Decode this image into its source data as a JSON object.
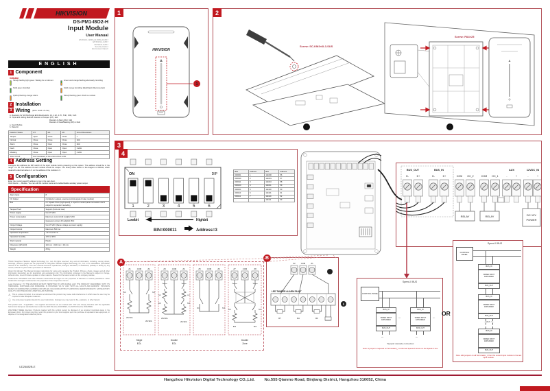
{
  "header": {
    "brand": "HIKVISION",
    "model": "DS-PM1-I8O2-H",
    "product": "Input Module",
    "doc_type": "User Manual",
    "standards": [
      "EN 50131-1:2006+A1:2009+A2:2017",
      "EN 50131-2-2:2017",
      "EN 50131-6:2017",
      "Security Grade 2",
      "Environment Class II"
    ],
    "language": "ENGLISH"
  },
  "component": {
    "num": "1",
    "title": "Component",
    "indicator_label": "Indicator",
    "indicators": [
      {
        "color": "#a6ce39",
        "text": "Slowly flashing light green: Waiting for enrollment"
      },
      {
        "color": "#3aaa35/#f7941d",
        "text": "Green and orange flashing alternately: Enrolling"
      },
      {
        "color": "#3aaa35",
        "text": "Solid green: Enrolled"
      },
      {
        "color": "#f7941d",
        "text": "Solid orange: Enrolling failed/Fault (Disconnected)"
      },
      {
        "color": "#f7941d",
        "text": "Quickly flashing orange: Alarm"
      },
      {
        "color": "#3aaa35",
        "text": "Slowly flashing green: Find me module"
      }
    ]
  },
  "installation": {
    "num": "2",
    "title": "Installation"
  },
  "wiring": {
    "num": "3",
    "title": "Wiring",
    "subtitle": "(EOL: End of Line)",
    "line_a": "A. Resistors for NO/NC/Single EOL/Double EOL: 1K, 2.2K, 4.7K, 5.6K, 6.8K, 8.2K",
    "line_b": "B. Triple EOL Wiring Method:  Resistor of Tamper (RT): 1kΩ",
    "line_ra": "Resistor of Alarm (RA): 1kΩ",
    "line_rf": "Resistor of Fault/Masking (RF): 2.2kΩ",
    "legend_a": "a. Input Module",
    "legend_b": "b. Detector",
    "table": [
      [
        "Detector Status",
        "RT",
        "RA",
        "RF",
        "Circuit Resistance"
      ],
      [
        "Tamper",
        "Open",
        "Close",
        "Close",
        "∞"
      ],
      [
        "Normal",
        "Close",
        "Close",
        "Close",
        "1kΩ"
      ],
      [
        "Alarm",
        "Close",
        "Open",
        "Close",
        "2kΩ"
      ],
      [
        "Fault",
        "Close",
        "Open",
        "Open",
        "3.2kΩ"
      ],
      [
        "Masking",
        "Close",
        "Open",
        "Open",
        "4.2kΩ"
      ],
      [
        "Short Circuit",
        "End resistance of the entire circuit is 0Ω."
      ]
    ]
  },
  "address_setting": {
    "num": "4",
    "title": "Address Setting",
    "body": "Configure the address via DIP switch of the input module before powering up the system. The address should be in the range 1 to 64. The address of each module should be unique. The binary value shown in the diagram is 000011, which means the decimal value is 3, so the address of the module is 3."
  },
  "configuration": {
    "num": "5",
    "title": "Configuration",
    "body1": "Enter the control panel IP address to log in the web client.",
    "body2": "Click Device → Module. You can edit the module name and enable/disable auxiliary power output."
  },
  "specification": {
    "title": "Specification",
    "rows": [
      [
        "Alarm Input",
        "8"
      ],
      [
        "I/O Output",
        "2 (collector outputs, used as control signal of relay module)"
      ],
      [
        "Bus",
        "2 × Speed-X bus (high speed), 1 input for control panel connection and 1 output for expander cascading"
      ],
      [
        "Tamper-Proof",
        "Support (front and rear)"
      ],
      [
        "Power supply",
        "9 to 15 VDC"
      ],
      [
        "Power consumption",
        "Maximum current 119 mA@12 VDC"
      ],
      [
        "",
        "Quiescent current 45 mA@12 VDC"
      ],
      [
        "Output Voltage",
        "9 to 15 VDC (Same voltage as power supply)"
      ],
      [
        "Output Current",
        "Maximum 500 mA"
      ],
      [
        "Operation temperature",
        "-10 °C to 55 °C"
      ],
      [
        "Operation humidity",
        "10% to 90%"
      ],
      [
        "Shell material",
        "Plastic"
      ],
      [
        "Dimension (W×H×D)",
        "110 mm × 100 mm × 32 mm"
      ],
      [
        "Weight",
        "253 g"
      ]
    ]
  },
  "fine_print": {
    "p1": "©2020 Hangzhou Hikvision Digital Technology Co., Ltd. All rights reserved. Any and all information, including, among others, wordings, pictures, graphs are the properties of Hangzhou Hikvision Digital Technology Co., Ltd. or its subsidiaries (hereinafter referred to as \"Hikvision\"). This user manual cannot be reproduced, changed, translated, or distributed, partially or wholly, by any means, without the prior written permission of Hikvision.",
    "p2": "About this Manual: The Manual includes instructions for using and managing the Product. Pictures, charts, images and all other information hereinafter are for description and explanation only. The information contained in the Manual is subject to change, without notice, due to firmware updates or other reasons. Please find the latest version on the company website.",
    "p3": "Trademarks: HIKVISION and other Hikvision trademarks and logos are the properties of Hikvision in various jurisdictions. Other trademarks and logos mentioned are the properties of their respective owners.",
    "p4": "Legal Disclaimer: TO THE MAXIMUM EXTENT PERMITTED BY APPLICABLE LAW, THE PRODUCT DESCRIBED, WITH ITS HARDWARE, SOFTWARE AND FIRMWARE, IS PROVIDED \"AS IS\" AND \"WITH ALL FAULTS AND ERRORS\". HIKVISION MAKES NO WARRANTIES, EXPRESS OR IMPLIED, INCLUDING WITHOUT LIMITATION, MERCHANTABILITY, SATISFACTORY QUALITY, OR FITNESS FOR A PARTICULAR PURPOSE.",
    "caution": "This is a class A product. In a domestic environment this product may cause radio interference in which case the user may be required to take adequate measures.",
    "note": "Use only power supplies listed in the user instructions. Improper use may result in fire, explosion, or other hazard.",
    "p5": "This product and - if applicable - the supplied accessories too are marked with \"CE\" and comply therefore with the applicable harmonized European standards listed under the EMC Directive 2014/30/EU, the RoHS Directive 2011/65/EU.",
    "p6": "2012/19/EU (WEEE directive): Products marked with this symbol cannot be disposed of as unsorted municipal waste in the European Union. For proper recycling, return this product to your local supplier upon the purchase of equivalent new equipment, or dispose of it at designated collection points."
  },
  "doc_code": "UD26882B-E",
  "footer": {
    "company": "Hangzhou Hikvision Digital Technology CO.,Ltd.",
    "address": "No.555 Qianmo Road, Binjiang District, Hangzhou 310052, China"
  },
  "diagram1": {
    "badge": "1",
    "logo": "HIKVISION",
    "callout": "1"
  },
  "diagram2": {
    "badge": "2",
    "screw_label_1": "Screw: SC-KM3×6L3-SUS",
    "screw_label_2": "Screw: PA4×25",
    "step1": "1",
    "step2": "2"
  },
  "diagram3": {
    "badge": "3",
    "dip": {
      "badge": "4",
      "on": "ON",
      "dip": "DIP",
      "numbers": [
        "1",
        "2",
        "3",
        "4",
        "5",
        "6"
      ],
      "on_switches": [
        1,
        2
      ],
      "lowbit": "Lowbit",
      "highbit": "Highbit",
      "bin": "BIN=000011",
      "address": "Address=3"
    },
    "bin_table": [
      [
        "BIN",
        "Address",
        "BIN",
        "Address"
      ],
      [
        "000001",
        "1",
        "111000",
        "56"
      ],
      [
        "000010",
        "2",
        "111001",
        "57"
      ],
      [
        "000011",
        "3",
        "111010",
        "58"
      ],
      [
        "000100",
        "4",
        "111011",
        "59"
      ],
      [
        "000101",
        "5",
        "111100",
        "60"
      ],
      [
        "000110",
        "6",
        "111101",
        "61"
      ],
      [
        "000111",
        "7",
        "111110",
        "62"
      ],
      [
        "...",
        "",
        "111111",
        "63"
      ]
    ],
    "terminals": {
      "bus_out": "BUS_OUT",
      "bus_in": "BUS_IN",
      "pins": [
        "D-",
        "D+",
        "D-",
        "D+",
        "COM",
        "OC_2",
        "COM",
        "OC_1",
        "-",
        "+",
        "-",
        "+"
      ],
      "aux": "AUX",
      "vdc": "12VDC_IN",
      "relay": "RELAY",
      "psu1": "DC 12V",
      "psu2": "POWER"
    },
    "zone_a": {
      "badge": "A",
      "groups": [
        {
          "pins": [
            "Z1",
            "COM",
            "Z2"
          ],
          "sw_l": "N.C",
          "sw_r": "N.O",
          "eol_l": "2K2 EOL",
          "eol_r": "2K2 EOL",
          "cap1": "Single",
          "cap2": "EOL"
        },
        {
          "pins": [
            "Z3",
            "COM",
            "Z4"
          ],
          "tamper_l": "Tamper",
          "tamper_r": "Tamper",
          "res_l": "2K2",
          "res_r": "2K2",
          "sw_l": "N.C",
          "sw_r": "N.O",
          "eol_l": "2K2 EOL",
          "eol_r": "2K2 EOL",
          "cap1": "Double",
          "cap2": "EOL"
        },
        {
          "pins": [
            "Z5",
            "COM",
            "Z6"
          ],
          "sw_l": "N.C",
          "sw_r": "N.O",
          "cap1": "",
          "cap2": ""
        },
        {
          "pins": [
            "Z7",
            "COM",
            "Z8"
          ],
          "tamper_l": "Tamper",
          "tamper_r": "Tamper",
          "sw_l": "N.C",
          "sw_r": "N.O",
          "res_l": "8K2",
          "res_r": "8K2",
          "cap1": "Double",
          "cap2": "Zone"
        }
      ]
    },
    "zone_b": {
      "badge": "B",
      "pins": [
        "Z2",
        "COM",
        "Z1"
      ],
      "callout_a": "a",
      "callout_b": "b",
      "strip_label": "LED TAMPER ALARM FAULT",
      "r1": "RT",
      "r2": "RA",
      "r3": "RF"
    },
    "cascade_mid": {
      "bus": "Speed-X BUS",
      "panel": "CONTROL PANEL",
      "bus_in": "BUS_IN",
      "expander": "WIRED INPUT EXPANDER",
      "bus_out": "BUS_OUT",
      "dots": "...",
      "caption": "Support cascade connection",
      "note": "Note: A jumper is required on Termination_1 of the last Speed-X device on the Speed-X bus."
    },
    "or": "OR",
    "cascade_right": {
      "bus": "Speed-X BUS",
      "panel": "CONTROL PANEL",
      "bus_in": "BUS_IN",
      "expander": "WIRED INPUT EXPANDER",
      "bus_out": "BUS_OUT",
      "dots": "...",
      "max": "...MAX. 7...",
      "note": "Note: Add jumpers on all Termination_1 from the second input module to the last input module."
    }
  },
  "colors": {
    "brand_red": "#c11920",
    "box_border": "#b04a52",
    "footer_line": "#9e1b32"
  }
}
